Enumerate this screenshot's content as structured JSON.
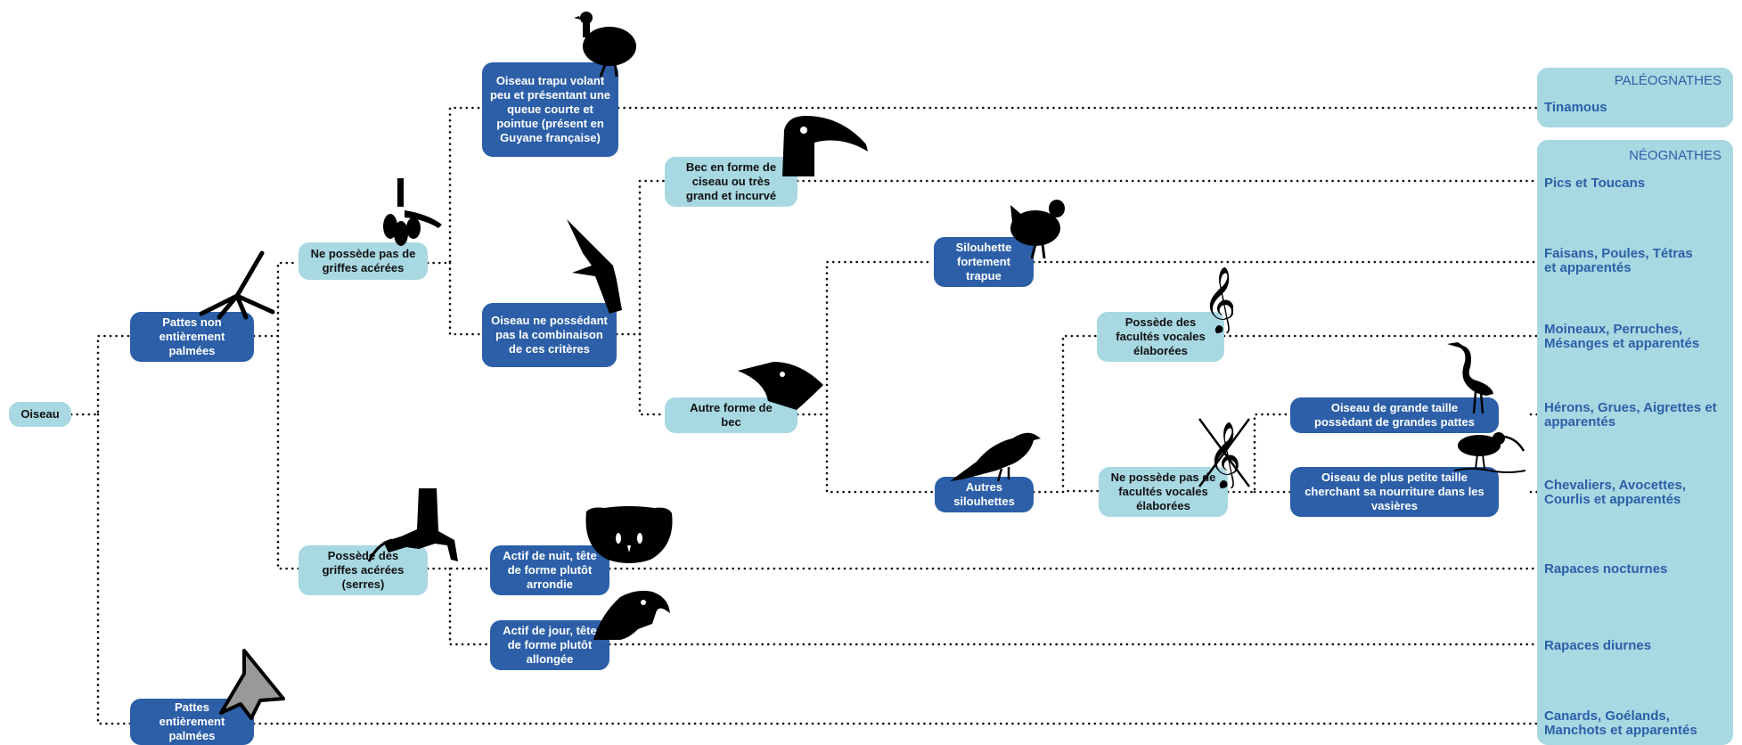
{
  "colors": {
    "light_node": "#a8d8e2",
    "dark_node": "#2c5fa8",
    "connector": "#111111",
    "leaf_text": "#2c5fa8"
  },
  "root": {
    "label": "Oiseau"
  },
  "nodes": {
    "pattes_non_palmees": "Pattes non entièrement palmées",
    "pattes_palmees": "Pattes entièrement palmées",
    "sans_griffes": "Ne possède pas de griffes acérées",
    "avec_griffes": "Possède des griffes acérées (serres)",
    "oiseau_trapu": "Oiseau trapu volant peu et présentant une queue courte et pointue (présent en Guyane française)",
    "autre_oiseau": "Oiseau ne possédant pas la combinaison de ces critères",
    "bec_ciseau": "Bec en forme de ciseau ou très grand et incurvé",
    "autre_bec": "Autre forme de bec",
    "silhouette_trapue": "Silouhette fortement trapue",
    "autres_silhouettes": "Autres silouhettes",
    "facultes_vocales": "Possède des facultés vocales élaborées",
    "sans_facultes": "Ne possède pas de facultés vocales élaborées",
    "grande_taille": "Oiseau de grande taille possèdant de grandes pattes",
    "petite_taille": "Oiseau de plus petite taille cherchant sa nourriture dans les vasières",
    "actif_nuit": "Actif de nuit, tête de forme plutôt arrondie",
    "actif_jour": "Actif de jour, tête de forme plutôt allongée"
  },
  "groups": {
    "paleognathes": "PALÉOGNATHES",
    "neognathes": "NÉOGNATHES"
  },
  "leaves": {
    "tinamous": "Tinamous",
    "pics": "Pics et Toucans",
    "faisans": "Faisans, Poules, Tétras\net apparentés",
    "moineaux": "Moineaux, Perruches,\nMésanges et apparentés",
    "herons": "Hérons, Grues, Aigrettes et\napparentés",
    "chevaliers": "Chevaliers, Avocettes,\nCourlis et apparentés",
    "rapaces_nocturnes": "Rapaces nocturnes",
    "rapaces_diurnes": "Rapaces diurnes",
    "canards": "Canards, Goélands,\nManchots et apparentés"
  },
  "silhouettes": [
    "bird-foot-icon",
    "claw-foot-icon",
    "talon-icon",
    "webbed-foot-icon",
    "tinamou-icon",
    "flying-bird-icon",
    "toucan-icon",
    "beak-icon",
    "hen-icon",
    "songbird-icon",
    "treble-clef-icon",
    "crossed-treble-clef-icon",
    "heron-icon",
    "curlew-icon",
    "owl-icon",
    "eagle-head-icon"
  ]
}
